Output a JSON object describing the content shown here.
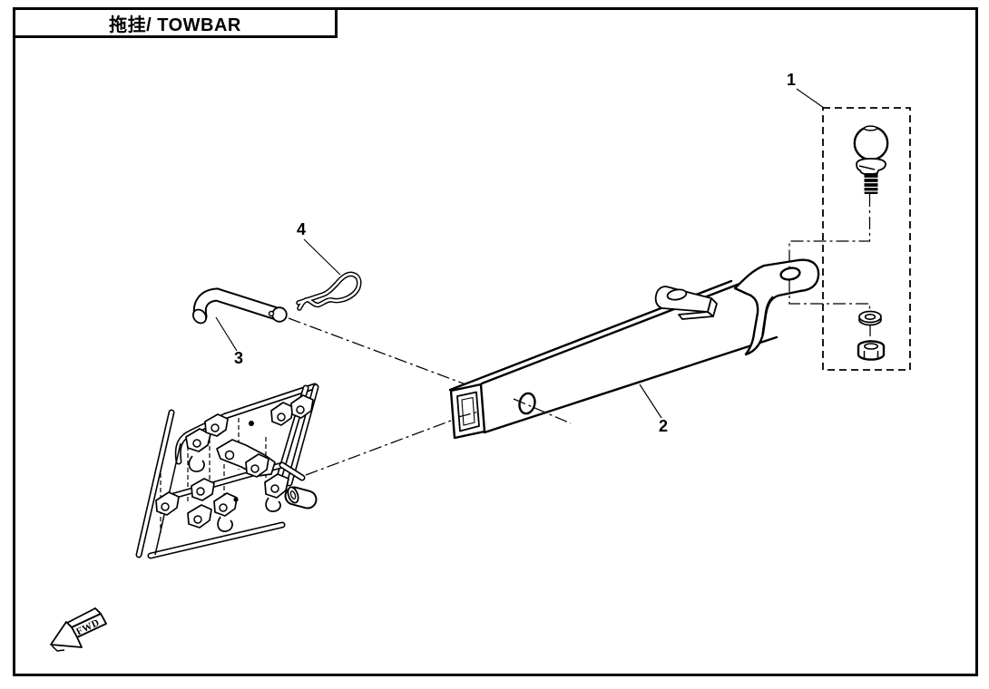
{
  "page": {
    "title": "拖挂/ TOWBAR"
  },
  "diagram": {
    "parts": [
      {
        "number": "1"
      },
      {
        "number": "2"
      },
      {
        "number": "3"
      },
      {
        "number": "4"
      }
    ],
    "fwd_label": "FWD"
  },
  "colors": {
    "line": "#000000",
    "background": "#ffffff"
  }
}
